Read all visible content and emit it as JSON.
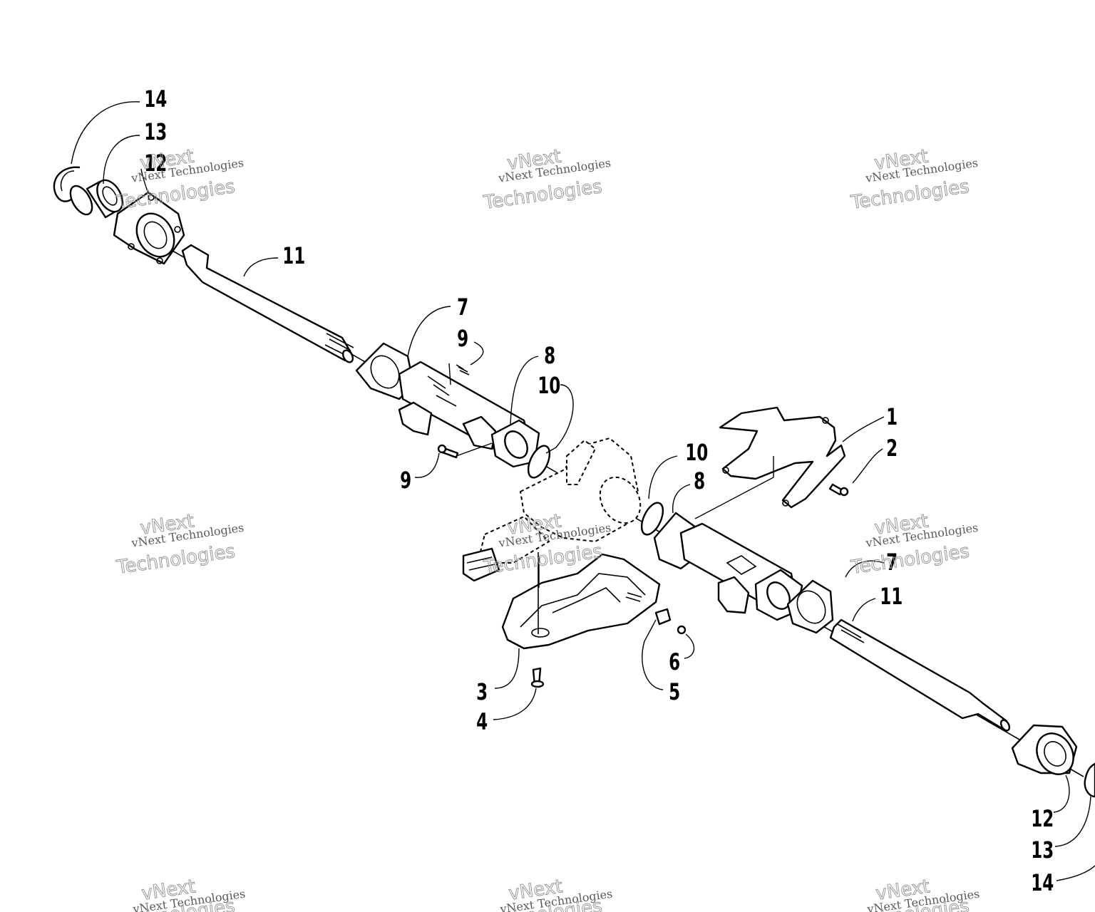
{
  "callouts": {
    "c1": "1",
    "c2": "2",
    "c3": "3",
    "c4": "4",
    "c5": "5",
    "c6": "6",
    "c7": "7",
    "c8": "8",
    "c9": "9",
    "c10": "10",
    "c11": "11",
    "c12": "12",
    "c13": "13",
    "c14": "14"
  },
  "watermark": {
    "line1": "vNext Technologies",
    "line2": "vNext",
    "line3": "Technologies"
  }
}
